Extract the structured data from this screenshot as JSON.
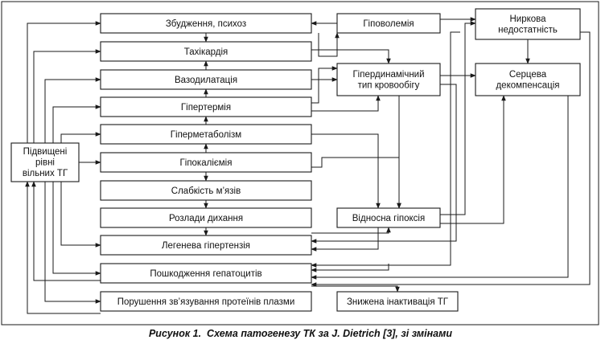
{
  "caption": "Рисунок 1.  Схема патогенезу ТК за J. Dietrich [3], зі змінами",
  "nodes": {
    "zbudzhennia": [
      "Збудження, психоз"
    ],
    "takhikardiia": [
      "Тахікардія"
    ],
    "vazodylatatsiia": [
      "Вазодилатація"
    ],
    "hipertermiia": [
      "Гіпертермія"
    ],
    "hipermetabolizm": [
      "Гіперметаболізм"
    ],
    "hipokaliemiia": [
      "Гіпокаліємія"
    ],
    "slabkist": [
      "Слабкість м’язів"
    ],
    "rozlady_dykhannia": [
      "Розлади дихання"
    ],
    "lehenev_hipertenziia": [
      "Легенева гіпертензія"
    ],
    "poshkodzhennia": [
      "Пошкодження гепатоцитів"
    ],
    "porushennia": [
      "Порушення зв’язування протеїнів плазми"
    ],
    "hipovolemiia": [
      "Гіповолемія"
    ],
    "hiperdynamichnyi": [
      "Гіпердинамічний",
      "тип кровообігу"
    ],
    "vidnosna_hipoksiia": [
      "Відносна гіпоксія"
    ],
    "znyzhena_inaktyvatsiia": [
      "Знижена інактивація ТГ"
    ],
    "nyrkova": [
      "Ниркова",
      "недостатність"
    ],
    "sertseva": [
      "Серцева",
      "декомпенсація"
    ],
    "tg_levels": [
      "Підвищені",
      "рівні",
      "вільних ТГ"
    ]
  }
}
